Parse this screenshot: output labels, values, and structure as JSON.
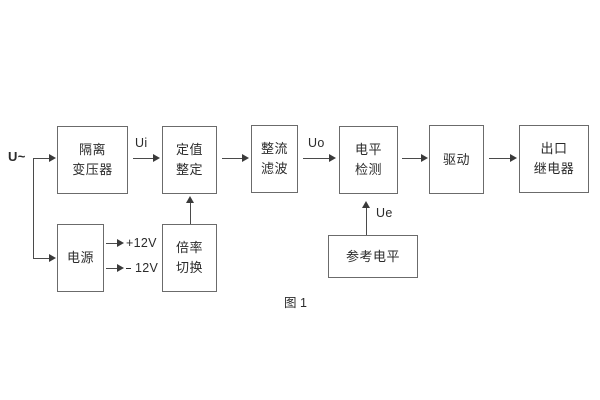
{
  "figure": {
    "caption": "图 1",
    "input_label": "U~"
  },
  "blocks": [
    {
      "id": "isolation-transformer",
      "lines": [
        "隔离",
        "变压器"
      ]
    },
    {
      "id": "power-supply",
      "lines": [
        "电源"
      ]
    },
    {
      "id": "setting-value",
      "lines": [
        "定值",
        "整定"
      ]
    },
    {
      "id": "multiplier-switch",
      "lines": [
        "倍率",
        "切换"
      ]
    },
    {
      "id": "rectify-filter",
      "lines": [
        "整流",
        "滤波"
      ]
    },
    {
      "id": "level-detect",
      "lines": [
        "电平",
        "检测"
      ]
    },
    {
      "id": "driver",
      "lines": [
        "驱动"
      ]
    },
    {
      "id": "output-relay",
      "lines": [
        "出口",
        "继电器"
      ]
    },
    {
      "id": "reference-level",
      "lines": [
        "参考电平"
      ]
    }
  ],
  "signals": {
    "ui": "Ui",
    "uo": "Uo",
    "ue": "Ue",
    "rail_positive": "+12V",
    "rail_negative": "12V"
  },
  "colors": {
    "box_border": "#6b6b6b",
    "connector": "#4a4a4a",
    "text": "#2b2b2b",
    "background": "#ffffff"
  }
}
